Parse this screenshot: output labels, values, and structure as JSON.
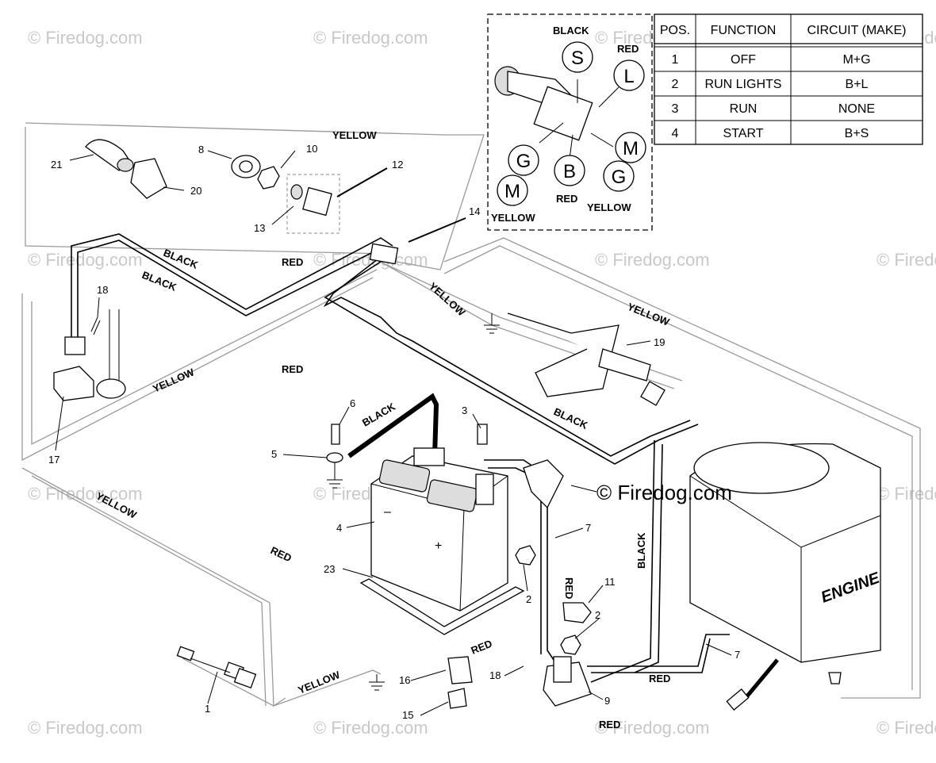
{
  "watermark": "© Firedog.com",
  "copyright_mark": "© Firedog.com",
  "switch_table": {
    "headers": [
      "POS.",
      "FUNCTION",
      "CIRCUIT  (MAKE)"
    ],
    "rows": [
      [
        "1",
        "OFF",
        "M+G"
      ],
      [
        "2",
        "RUN LIGHTS",
        "B+L"
      ],
      [
        "3",
        "RUN",
        "NONE"
      ],
      [
        "4",
        "START",
        "B+S"
      ]
    ]
  },
  "switch_detail": {
    "pins": [
      "S",
      "L",
      "G",
      "B",
      "M",
      "G",
      "M"
    ],
    "wire_labels": [
      "BLACK",
      "RED",
      "RED",
      "YELLOW",
      "YELLOW"
    ]
  },
  "wire_labels": [
    "YELLOW",
    "BLACK",
    "BLACK",
    "RED",
    "YELLOW",
    "YELLOW",
    "RED",
    "YELLOW",
    "BLACK",
    "BLACK",
    "YELLOW",
    "RED",
    "RED",
    "BLACK",
    "RED",
    "YELLOW",
    "RED",
    "RED"
  ],
  "callouts": [
    "21",
    "20",
    "8",
    "10",
    "12",
    "13",
    "14",
    "18",
    "17",
    "19",
    "6",
    "3",
    "5",
    "4",
    "23",
    "7",
    "2",
    "11",
    "2",
    "16",
    "18",
    "9",
    "15",
    "1",
    "7"
  ],
  "engine_label": "ENGINE",
  "battery_symbols": [
    "–",
    "+"
  ]
}
